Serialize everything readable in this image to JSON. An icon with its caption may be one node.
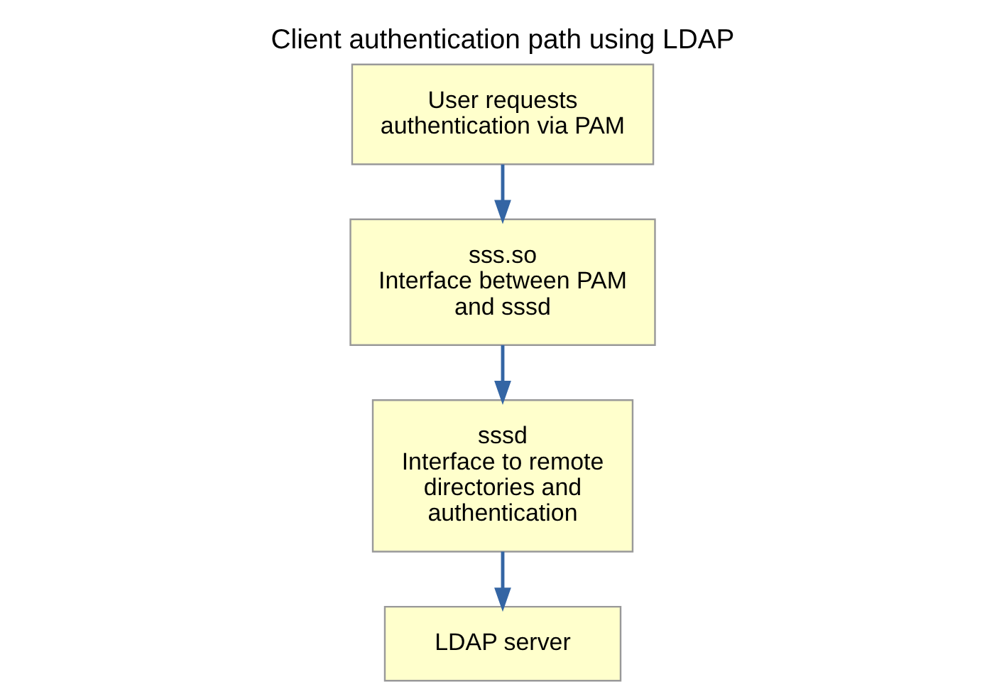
{
  "diagram": {
    "title": "Client authentication path using LDAP",
    "nodes": [
      {
        "text": [
          "User requests authentication via PAM"
        ]
      },
      {
        "text": [
          "sss.so",
          "Interface between PAM and sssd"
        ]
      },
      {
        "text": [
          "sssd",
          "Interface to remote directories and authentication"
        ]
      },
      {
        "text": [
          "LDAP server"
        ]
      }
    ],
    "edges": [
      {
        "from": 0,
        "to": 1,
        "arrow": "to"
      },
      {
        "from": 1,
        "to": 2,
        "arrow": "to"
      },
      {
        "from": 2,
        "to": 3,
        "arrow": "to"
      }
    ]
  }
}
